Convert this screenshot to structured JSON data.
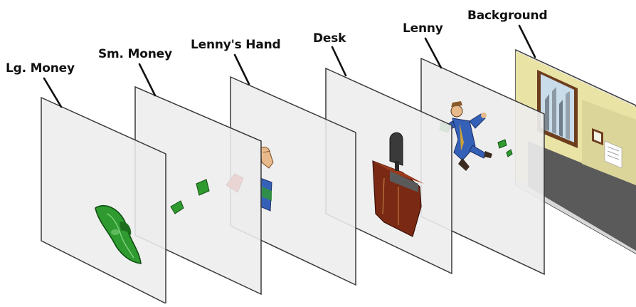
{
  "diagram": {
    "layers": [
      {
        "id": "lg-money",
        "label": "Lg. Money"
      },
      {
        "id": "sm-money",
        "label": "Sm. Money"
      },
      {
        "id": "lennys-hand",
        "label": "Lenny's Hand"
      },
      {
        "id": "desk",
        "label": "Desk"
      },
      {
        "id": "lenny",
        "label": "Lenny"
      },
      {
        "id": "background",
        "label": "Background"
      }
    ]
  },
  "colors": {
    "panel_fill": "#ececec",
    "panel_stroke": "#3a3a3a",
    "money_green": "#2f9a2f",
    "money_dark": "#0f4f12",
    "desk_wood": "#7a2a14",
    "wall_yellow": "#e9e3a6",
    "floor_gray": "#5a5a5a"
  }
}
